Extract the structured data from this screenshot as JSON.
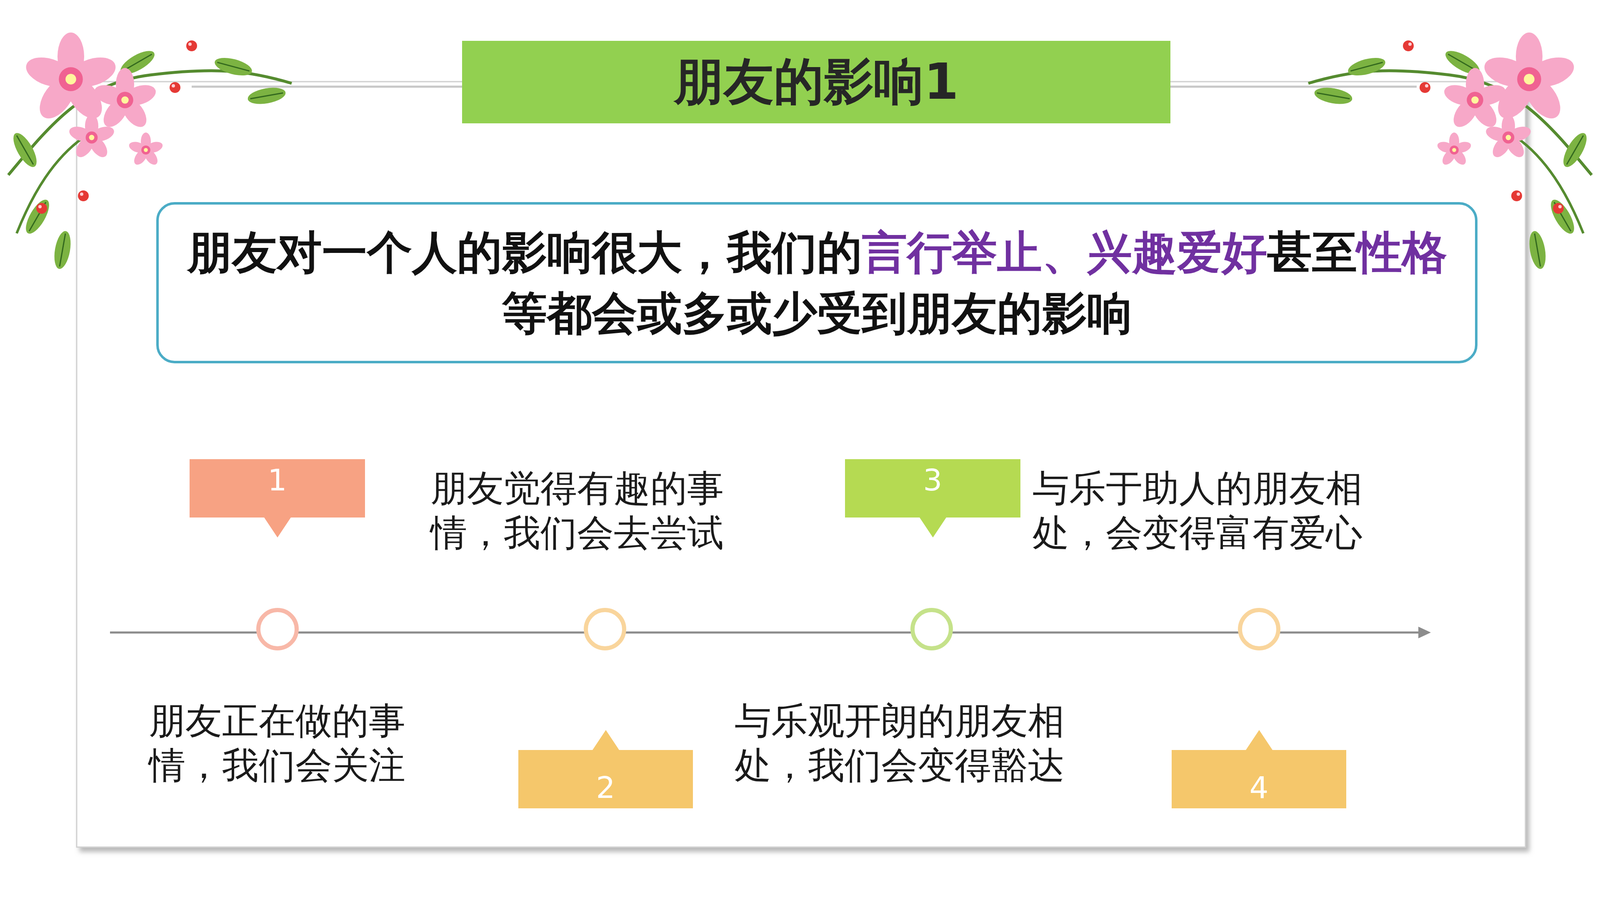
{
  "diagram": {
    "title": "朋友的影响1",
    "nodes": [
      {
        "text": [
          "朋友对一个人的影响很大，我们的言行举止、兴趣爱好甚至性格等都会或多或少受到朋友的影响"
        ]
      },
      {
        "text": [
          "1"
        ]
      },
      {
        "text": [
          "2"
        ]
      },
      {
        "text": [
          "3"
        ]
      },
      {
        "text": [
          "4"
        ]
      }
    ],
    "labels": [
      "朋友觉得有趣的事情，我们会去尝试",
      "与乐于助人的朋友相处，会变得富有爱心",
      "朋友正在做的事情，我们会关注",
      "与乐观开朗的朋友相处，我们会变得豁达"
    ]
  }
}
